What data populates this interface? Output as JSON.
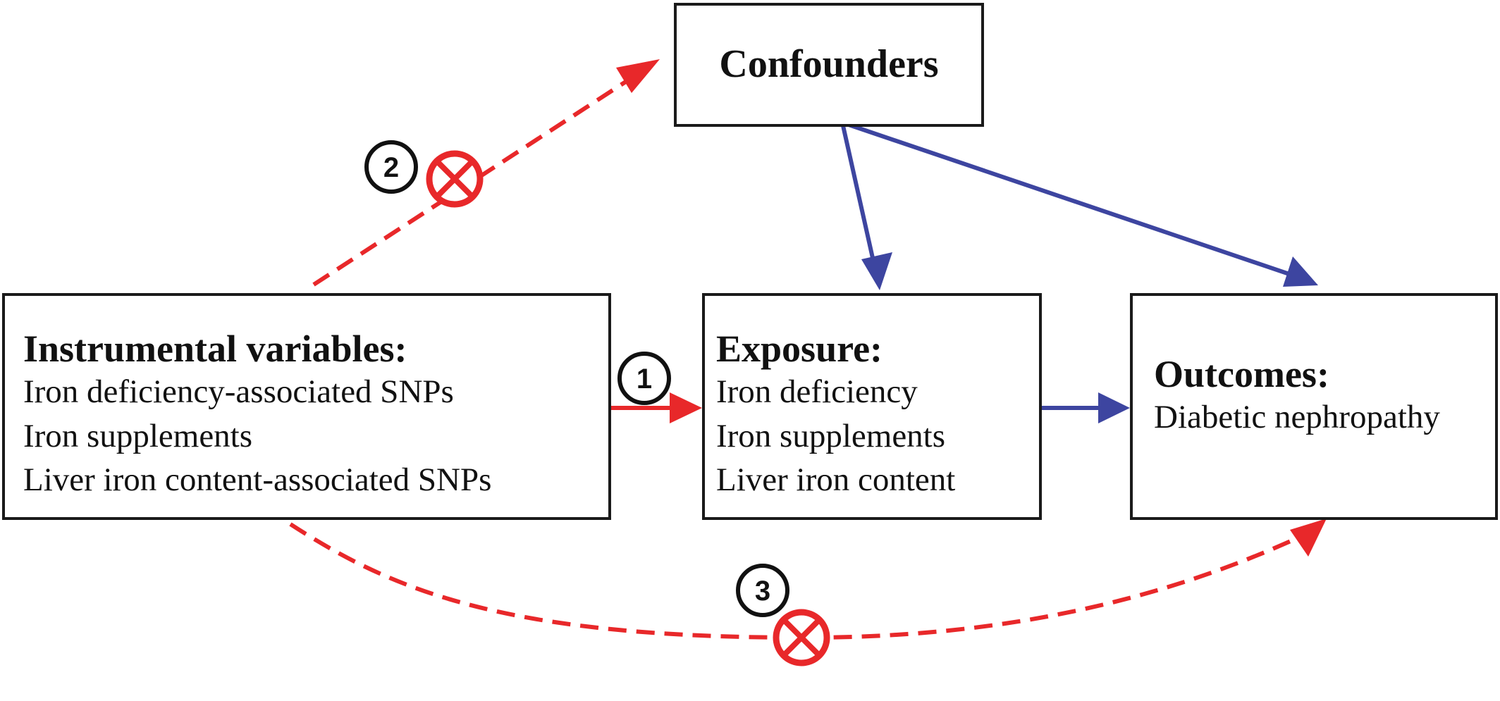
{
  "colors": {
    "valid_path": "#e8282a",
    "violated_path": "#e8282a",
    "confounder_path": "#3d45a0",
    "box_border": "#1a1a1a"
  },
  "boxes": {
    "confounders": {
      "title": "Confounders"
    },
    "instrumental_variables": {
      "title": "Instrumental variables:",
      "items": [
        "Iron deficiency-associated SNPs",
        "Iron supplements",
        "Liver iron content-associated SNPs"
      ]
    },
    "exposure": {
      "title": "Exposure:",
      "items": [
        "Iron deficiency",
        "Iron supplements",
        "Liver iron content"
      ]
    },
    "outcomes": {
      "title": "Outcomes:",
      "items": [
        "Diabetic nephropathy"
      ]
    }
  },
  "assumptions": {
    "one": "1",
    "two": "2",
    "three": "3"
  },
  "icons": {
    "violation": "cross-circle-icon"
  }
}
